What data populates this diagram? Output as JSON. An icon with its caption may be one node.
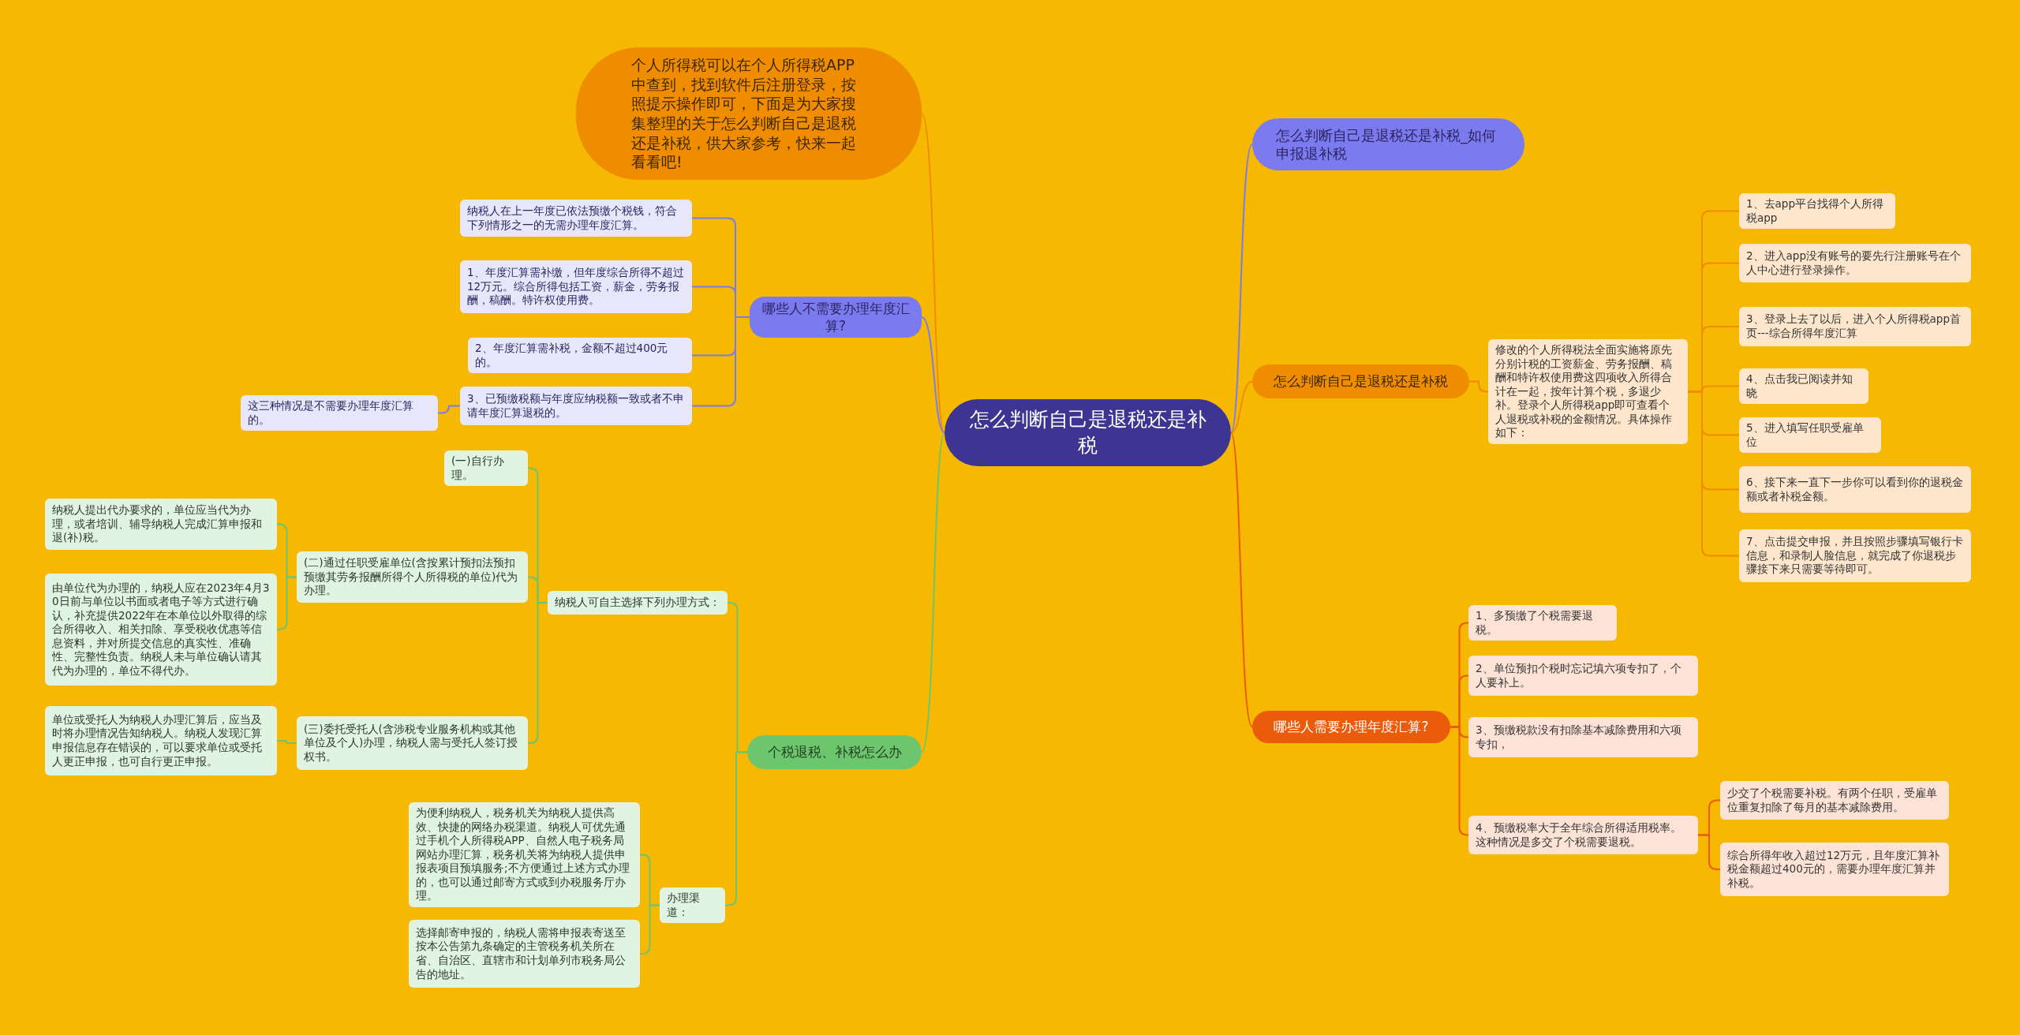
{
  "diagram": {
    "nodes": [
      {
        "text": [
          "怎么判断自己是退税还是补税"
        ]
      },
      {
        "text": [
          "个人所得税可以在个人所得税APP中查到，找到软件后注册登录，按照提示操作即可，下面是为大家搜集整理的关于怎么判断自己是退税还是补税，供大家参考，快来一起看看吧!"
        ]
      },
      {
        "text": [
          "怎么判断自己是退税还是补税_如何申报退补税"
        ]
      },
      {
        "text": [
          "怎么判断自己是退税还是补税"
        ]
      },
      {
        "text": [
          "修改的个人所得税法全面实施将原先分别计税的工资薪金、劳务报酬、稿酬和特许权使用费这四项收入所得合计在一起，按年计算个税，多退少补。登录个人所得税app即可查看个人退税或补税的金额情况。具体操作如下："
        ]
      },
      {
        "text": [
          "1、去app平台找得个人所得税app"
        ]
      },
      {
        "text": [
          "2、进入app没有账号的要先行注册账号在个人中心进行登录操作。"
        ]
      },
      {
        "text": [
          "3、登录上去了以后，进入个人所得税app首页---综合所得年度汇算"
        ]
      },
      {
        "text": [
          "4、点击我已阅读并知晓"
        ]
      },
      {
        "text": [
          "5、进入填写任职受雇单位"
        ]
      },
      {
        "text": [
          "6、接下来一直下一步你可以看到你的退税金额或者补税金额。"
        ]
      },
      {
        "text": [
          "7、点击提交申报，并且按照步骤填写银行卡信息，和录制人脸信息，就完成了你退税步骤接下来只需要等待即可。"
        ]
      },
      {
        "text": [
          "哪些人需要办理年度汇算?"
        ]
      },
      {
        "text": [
          "1、多预缴了个税需要退税。"
        ]
      },
      {
        "text": [
          "2、单位预扣个税时忘记填六项专扣了，个人要补上。"
        ]
      },
      {
        "text": [
          "3、预缴税款没有扣除基本减除费用和六项专扣，"
        ]
      },
      {
        "text": [
          "4、预缴税率大于全年综合所得适用税率。这种情况是多交了个税需要退税。"
        ]
      },
      {
        "text": [
          "少交了个税需要补税。有两个任职，受雇单位重复扣除了每月的基本减除费用。"
        ]
      },
      {
        "text": [
          "综合所得年收入超过12万元，且年度汇算补税金额超过400元的，需要办理年度汇算并补税。"
        ]
      },
      {
        "text": [
          "哪些人不需要办理年度汇算?"
        ]
      },
      {
        "text": [
          "纳税人在上一年度已依法预缴个税钱，符合下列情形之一的无需办理年度汇算。"
        ]
      },
      {
        "text": [
          "1、年度汇算需补缴，但年度综合所得不超过12万元。综合所得包括工资，薪金，劳务报酬，稿酬。特许权使用费。"
        ]
      },
      {
        "text": [
          "2、年度汇算需补税，金额不超过400元的。"
        ]
      },
      {
        "text": [
          "3、已预缴税额与年度应纳税额一致或者不申请年度汇算退税的。"
        ]
      },
      {
        "text": [
          "这三种情况是不需要办理年度汇算的。"
        ]
      },
      {
        "text": [
          "个税退税、补税怎么办"
        ]
      },
      {
        "text": [
          "纳税人可自主选择下列办理方式："
        ]
      },
      {
        "text": [
          "(一)自行办理。"
        ]
      },
      {
        "text": [
          "(二)通过任职受雇单位(含按累计预扣法预扣预缴其劳务报酬所得个人所得税的单位)代为办理。"
        ]
      },
      {
        "text": [
          "纳税人提出代办要求的，单位应当代为办理，或者培训、辅导纳税人完成汇算申报和退(补)税。"
        ]
      },
      {
        "text": [
          "由单位代为办理的，纳税人应在2023年4月30日前与单位以书面或者电子等方式进行确认，补充提供2022年在本单位以外取得的综合所得收入、相关扣除、享受税收优惠等信息资料，并对所提交信息的真实性、准确性、完整性负责。纳税人未与单位确认请其代为办理的，单位不得代办。"
        ]
      },
      {
        "text": [
          "(三)委托受托人(含涉税专业服务机构或其他单位及个人)办理，纳税人需与受托人签订授权书。"
        ]
      },
      {
        "text": [
          "单位或受托人为纳税人办理汇算后，应当及时将办理情况告知纳税人。纳税人发现汇算申报信息存在错误的，可以要求单位或受托人更正申报，也可自行更正申报。"
        ]
      },
      {
        "text": [
          "办理渠道："
        ]
      },
      {
        "text": [
          "为便利纳税人，税务机关为纳税人提供高效、快捷的网络办税渠道。纳税人可优先通过手机个人所得税APP、自然人电子税务局网站办理汇算，税务机关将为纳税人提供申报表项目预填服务;不方便通过上述方式办理的，也可以通过邮寄方式或到办税服务厅办理。"
        ]
      },
      {
        "text": [
          "选择邮寄申报的，纳税人需将申报表寄送至按本公告第九条确定的主管税务机关所在省、自治区、直辖市和计划单列市税务局公告的地址。"
        ]
      }
    ],
    "edges": [
      {
        "from": 0,
        "to": 1,
        "arrow": "none",
        "color": "#f08c00"
      },
      {
        "from": 0,
        "to": 2,
        "arrow": "none",
        "color": "#7b7bef"
      },
      {
        "from": 0,
        "to": 3,
        "arrow": "none",
        "color": "#f08c00"
      },
      {
        "from": 3,
        "to": 4,
        "arrow": "none",
        "color": "#f08c00"
      },
      {
        "from": 4,
        "to": 5,
        "arrow": "none",
        "color": "#f08c00"
      },
      {
        "from": 4,
        "to": 6,
        "arrow": "none",
        "color": "#f08c00"
      },
      {
        "from": 4,
        "to": 7,
        "arrow": "none",
        "color": "#f08c00"
      },
      {
        "from": 4,
        "to": 8,
        "arrow": "none",
        "color": "#f08c00"
      },
      {
        "from": 4,
        "to": 9,
        "arrow": "none",
        "color": "#f08c00"
      },
      {
        "from": 4,
        "to": 10,
        "arrow": "none",
        "color": "#f08c00"
      },
      {
        "from": 4,
        "to": 11,
        "arrow": "none",
        "color": "#f08c00"
      },
      {
        "from": 0,
        "to": 12,
        "arrow": "none",
        "color": "#ea5b0c"
      },
      {
        "from": 12,
        "to": 13,
        "arrow": "none",
        "color": "#ea5b0c"
      },
      {
        "from": 12,
        "to": 14,
        "arrow": "none",
        "color": "#ea5b0c"
      },
      {
        "from": 12,
        "to": 15,
        "arrow": "none",
        "color": "#ea5b0c"
      },
      {
        "from": 12,
        "to": 16,
        "arrow": "none",
        "color": "#ea5b0c"
      },
      {
        "from": 16,
        "to": 17,
        "arrow": "none",
        "color": "#ea5b0c"
      },
      {
        "from": 16,
        "to": 18,
        "arrow": "none",
        "color": "#ea5b0c"
      },
      {
        "from": 0,
        "to": 19,
        "arrow": "none",
        "color": "#7b7bef"
      },
      {
        "from": 19,
        "to": 20,
        "arrow": "none",
        "color": "#7b7bef"
      },
      {
        "from": 19,
        "to": 21,
        "arrow": "none",
        "color": "#7b7bef"
      },
      {
        "from": 19,
        "to": 22,
        "arrow": "none",
        "color": "#7b7bef"
      },
      {
        "from": 19,
        "to": 23,
        "arrow": "none",
        "color": "#7b7bef"
      },
      {
        "from": 23,
        "to": 24,
        "arrow": "none",
        "color": "#7b7bef"
      },
      {
        "from": 0,
        "to": 25,
        "arrow": "none"
      },
      {
        "from": 25,
        "to": 26,
        "arrow": "none"
      },
      {
        "from": 26,
        "to": 27,
        "arrow": "none"
      },
      {
        "from": 26,
        "to": 28,
        "arrow": "none"
      },
      {
        "from": 28,
        "to": 29,
        "arrow": "none"
      },
      {
        "from": 28,
        "to": 30,
        "arrow": "none"
      },
      {
        "from": 26,
        "to": 31,
        "arrow": "none"
      },
      {
        "from": 31,
        "to": 32,
        "arrow": "none"
      },
      {
        "from": 25,
        "to": 33,
        "arrow": "none"
      },
      {
        "from": 33,
        "to": 34,
        "arrow": "none"
      },
      {
        "from": 33,
        "to": 35,
        "arrow": "none"
      }
    ]
  }
}
